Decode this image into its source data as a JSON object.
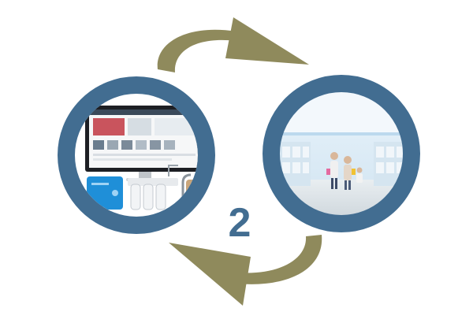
{
  "diagram": {
    "center_text": "2",
    "colors": {
      "ring": "#426d91",
      "arrow": "#8f8a5c",
      "background": "#ffffff",
      "screen_blue": "#1f8fd8",
      "store_wall": "#dfeef8"
    },
    "left_circle": {
      "subject": "online-shop-computer-and-water-purifier-products"
    },
    "right_circle": {
      "subject": "offline-retail-store-with-shoppers"
    },
    "arrows": [
      {
        "direction": "left-to-right",
        "position": "top"
      },
      {
        "direction": "right-to-left",
        "position": "bottom"
      }
    ]
  }
}
